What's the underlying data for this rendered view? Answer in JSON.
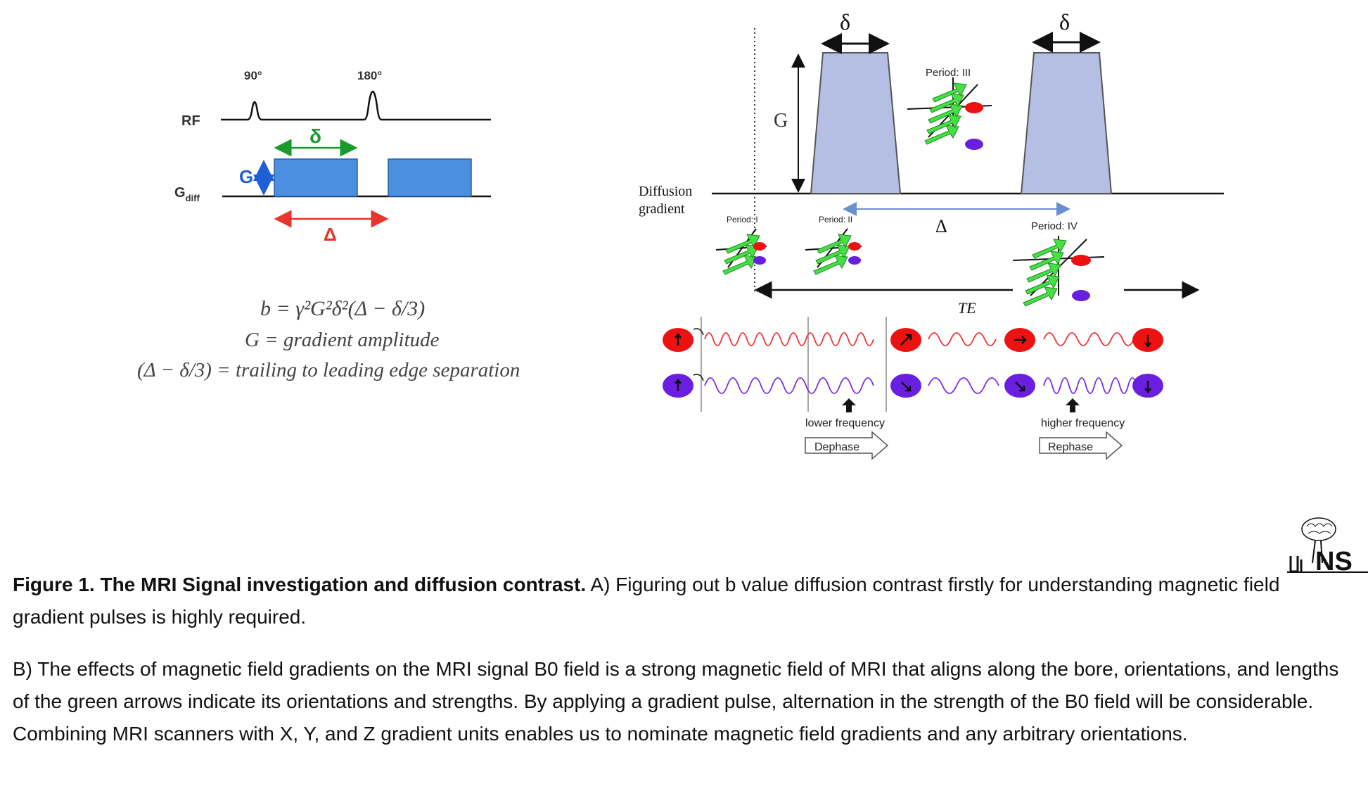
{
  "panel_a": {
    "rf_label": "RF",
    "pulse_90": "90°",
    "pulse_180": "180°",
    "gdiff_label": "G",
    "gdiff_sub": "diff",
    "g_label": "G",
    "delta_small": "δ",
    "delta_big": "Δ",
    "colors": {
      "gradient_fill": "#4a8fe0",
      "delta_small": "#1a9a2a",
      "delta_big": "#e8342a",
      "g_arrow": "#1f5fd6"
    },
    "formula": {
      "line1": "b = γ²G²δ²(Δ − δ/3)",
      "line2": "G = gradient amplitude",
      "line3": "(Δ − δ/3) = trailing to leading edge separation"
    }
  },
  "panel_b": {
    "delta_left": "δ",
    "delta_right": "δ",
    "g_label": "G",
    "diffusion_label_1": "Diffusion",
    "diffusion_label_2": "gradient",
    "big_delta": "Δ",
    "te_label": "TE",
    "period_1": "Period: I",
    "period_2": "Period: II",
    "period_3": "Period: III",
    "period_4": "Period: IV",
    "lower_frequency": "lower frequency",
    "higher_frequency": "higher frequency",
    "dephase": "Dephase",
    "rephase": "Rephase",
    "colors": {
      "lobe_fill": "#b5bfe3",
      "spin_red": "#ee1111",
      "spin_blue": "#6a1fe0",
      "arrow_green": "#44e044",
      "wave_red": "#e33",
      "wave_blue": "#7a2be0"
    }
  },
  "logo": {
    "text": "NS"
  },
  "caption": {
    "figure_label": "Figure 1. The MRI Signal investigation and diffusion contrast.",
    "part_a": " A) Figuring out b value diffusion contrast firstly for understanding magnetic field gradient pulses is highly required.",
    "part_b": "B) The effects of magnetic field gradients on the MRI signal B0 field is a strong magnetic field of MRI that aligns along the bore, orientations, and lengths of the green arrows indicate its orientations and strengths. By applying a gradient pulse, alternation in the strength of the B0 field will be considerable. Combining MRI scanners with X, Y, and Z gradient units enables us to nominate magnetic field gradients and any arbitrary orientations."
  }
}
